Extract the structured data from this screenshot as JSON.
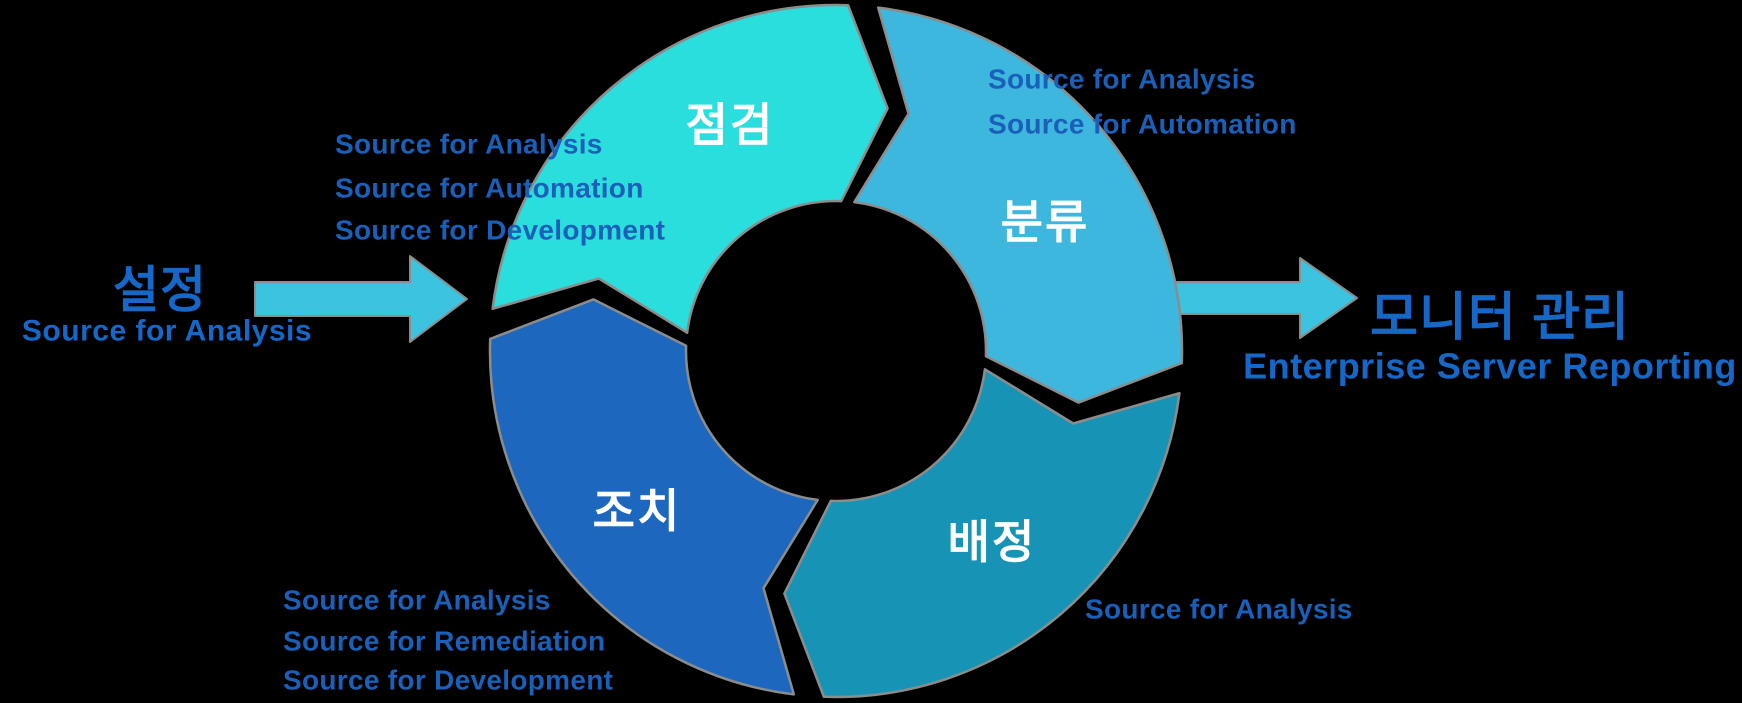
{
  "canvas": {
    "background": "#000000",
    "stroke_color": "#8c8c8c"
  },
  "cycle": {
    "label_color": "#ffffff",
    "segments": [
      {
        "id": "jeomgeom",
        "label": "점검",
        "color": "#2bdede"
      },
      {
        "id": "bunryu",
        "label": "분류",
        "color": "#3eb7df"
      },
      {
        "id": "baejeong",
        "label": "배정",
        "color": "#1794b5"
      },
      {
        "id": "jochi",
        "label": "조치",
        "color": "#1d67be"
      }
    ]
  },
  "arrows": {
    "color": "#3cc3e0"
  },
  "input": {
    "title": "설정",
    "subtitle": "Source for Analysis"
  },
  "output": {
    "title": "모니터 관리",
    "subtitle": "Enterprise Server Reporting"
  },
  "annotations": {
    "top_left": {
      "lines": [
        "Source for Analysis",
        "Source for Automation",
        "Source for Development"
      ]
    },
    "top_right": {
      "lines": [
        "Source for Analysis",
        "Source for Automation"
      ]
    },
    "bottom_left": {
      "lines": [
        "Source for Analysis",
        "Source for Remediation",
        "Source for Development"
      ]
    },
    "bottom_right": {
      "lines": [
        "Source for Analysis"
      ]
    }
  },
  "text": {
    "annotation_color": "#1a5fb8",
    "header_color": "#1568c8"
  }
}
